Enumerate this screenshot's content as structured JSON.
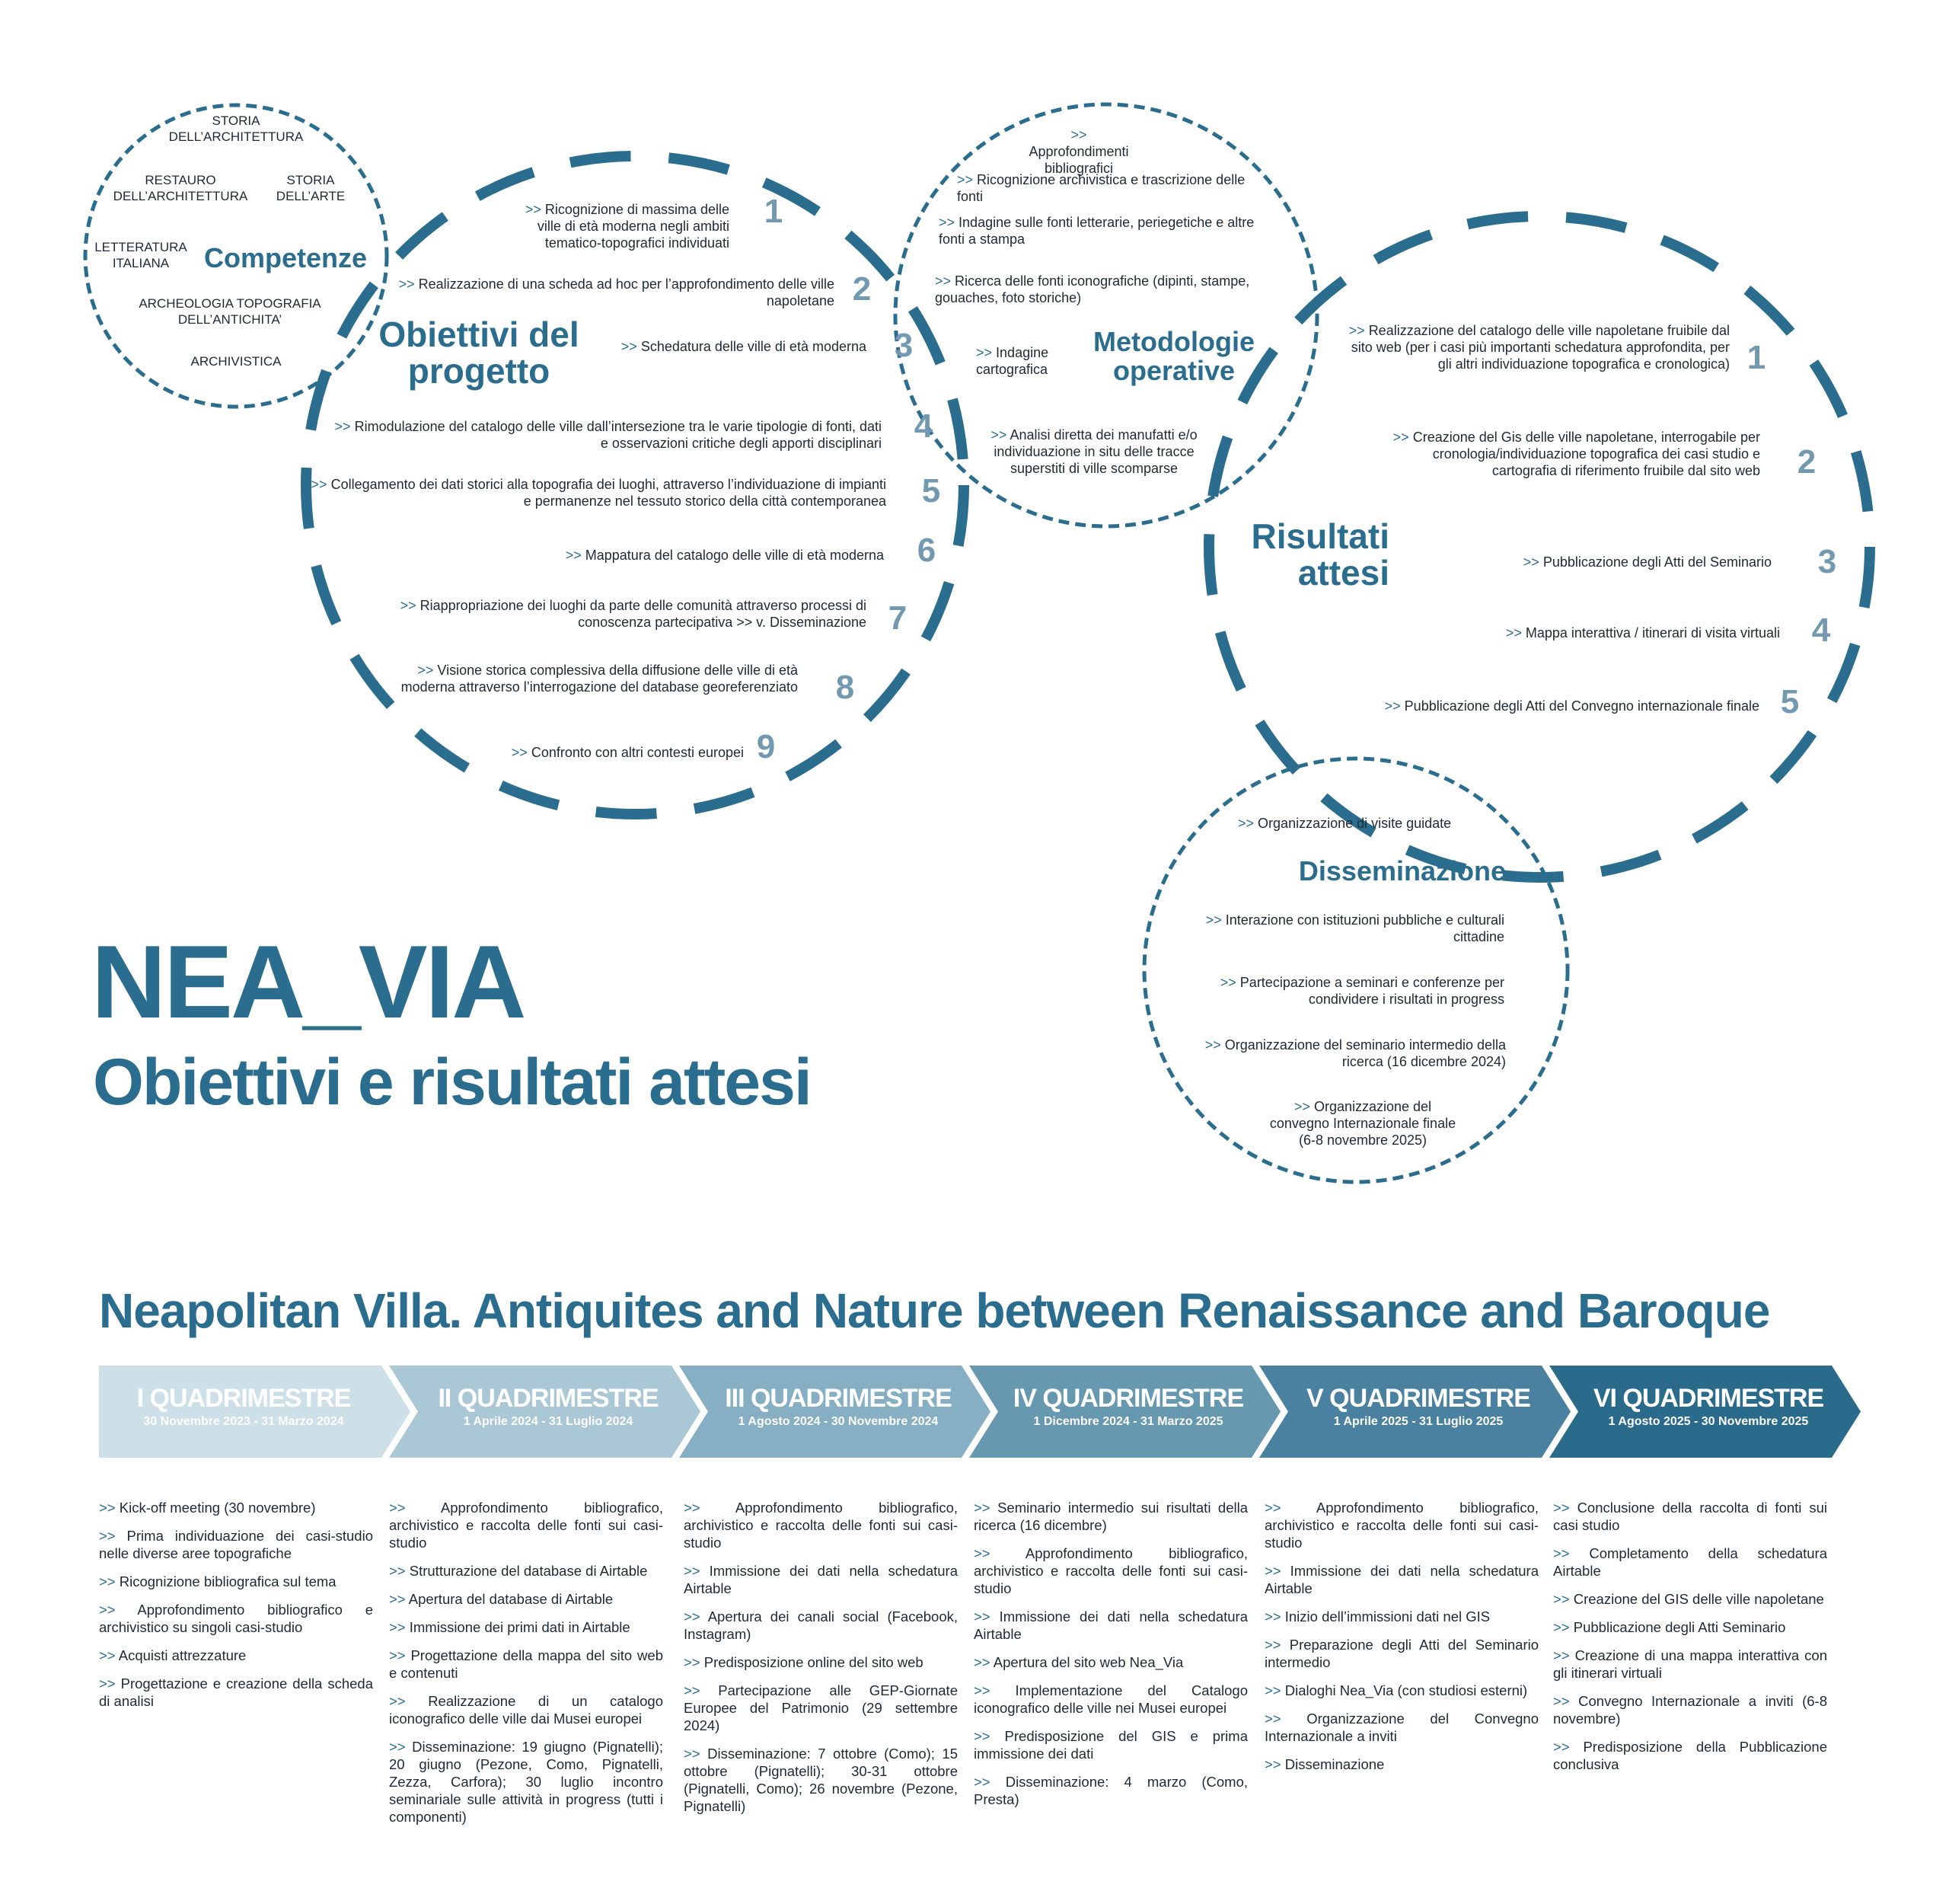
{
  "competenze": {
    "heading": "Competenze",
    "items": [
      "STORIA DELL’ARCHITETTURA",
      "RESTAURO DELL’ARCHITETTURA",
      "STORIA DELL’ARTE",
      "LETTERATURA ITALIANA",
      "ARCHEOLOGIA TOPOGRAFIA DELL’ANTICHITA’",
      "ARCHIVISTICA"
    ]
  },
  "obiettivi": {
    "heading_line1": "Obiettivi del",
    "heading_line2": "progetto",
    "items": [
      {
        "n": "1",
        "text": "Ricognizione di massima delle ville di età moderna negli ambiti tematico-topografici individuati"
      },
      {
        "n": "2",
        "text": "Realizzazione di una scheda ad hoc per l’approfondimento delle ville napoletane"
      },
      {
        "n": "3",
        "text": "Schedatura delle ville di età moderna"
      },
      {
        "n": "4",
        "text": "Rimodulazione del catalogo delle ville dall’intersezione tra le varie tipologie di fonti, dati e osservazioni critiche degli apporti disciplinari"
      },
      {
        "n": "5",
        "text": "Collegamento dei dati storici alla topografia dei luoghi, attraverso l’individuazione di impianti e permanenze nel tessuto storico della città contemporanea"
      },
      {
        "n": "6",
        "text": "Mappatura del catalogo delle ville di età moderna"
      },
      {
        "n": "7",
        "text": "Riappropriazione dei luoghi da parte delle comunità attraverso processi di conoscenza partecipativa >> v. Disseminazione"
      },
      {
        "n": "8",
        "text": "Visione storica complessiva della diffusione delle ville di età moderna attraverso l’interrogazione del database georeferenziato"
      },
      {
        "n": "9",
        "text": "Confronto con altri contesti europei"
      }
    ]
  },
  "metodologie": {
    "heading_line1": "Metodologie",
    "heading_line2": "operative",
    "items": [
      "Approfondimenti bibliografici",
      "Ricognizione archivistica e trascrizione delle fonti",
      "Indagine sulle fonti letterarie,  periegetiche e altre fonti a stampa",
      "Ricerca delle fonti iconografiche (dipinti, stampe, gouaches, foto storiche)",
      "Indagine cartografica",
      "Analisi diretta dei manufatti e/o individuazione in situ delle tracce superstiti di ville scomparse"
    ]
  },
  "risultati": {
    "heading_line1": "Risultati",
    "heading_line2": "attesi",
    "items": [
      {
        "n": "1",
        "text": "Realizzazione del catalogo delle ville napoletane fruibile dal sito web (per i casi più importanti schedatura approfondita, per gli altri individuazione topografica e cronologica)"
      },
      {
        "n": "2",
        "text": "Creazione del Gis delle ville napoletane, interrogabile per cronologia/individuazione topografica dei casi studio e cartografia di riferimento fruibile dal sito web"
      },
      {
        "n": "3",
        "text": "Pubblicazione degli Atti del Seminario"
      },
      {
        "n": "4",
        "text": "Mappa interattiva / itinerari di visita virtuali"
      },
      {
        "n": "5",
        "text": "Pubblicazione degli Atti del Convegno internazionale finale"
      }
    ]
  },
  "disseminazione": {
    "heading": "Disseminazione",
    "items": [
      "Organizzazione di visite guidate",
      "Interazione con istituzioni pubbliche e culturali cittadine",
      "Partecipazione a seminari e  conferenze per condividere i risultati in progress",
      "Organizzazione del seminario intermedio della ricerca (16 dicembre 2024)",
      "Organizzazione del convegno Internazionale finale (6-8 novembre 2025)"
    ]
  },
  "arrow_prefix": ">>",
  "title": {
    "main": "NEA_VIA",
    "sub": "Obiettivi e risultati attesi"
  },
  "timeline": {
    "title": "Neapolitan Villa. Antiquites and Nature between Renaissance and Baroque",
    "phases": [
      {
        "title": "I QUADRIMESTRE",
        "dates": "30 Novembre 2023 - 31 Marzo 2024",
        "color": "#cddfe7",
        "items": [
          "Kick-off meeting (30 novembre)",
          "Prima individuazione dei casi-studio nelle diverse aree topografiche",
          "Ricognizione bibliografica sul tema",
          "Approfondimento bibliografico e archivistico su singoli casi-studio",
          "Acquisti attrezzature",
          "Progettazione e creazione della scheda di analisi"
        ]
      },
      {
        "title": "II QUADRIMESTRE",
        "dates": "1 Aprile 2024 - 31 Luglio 2024",
        "color": "#a9c7d4",
        "items": [
          "Approfondimento bibliografico, archivistico e raccolta delle fonti sui casi-studio",
          "Strutturazione del database di Airtable",
          "Apertura del database di Airtable",
          "Immissione dei primi dati in Airtable",
          "Progettazione della mappa del sito web e contenuti",
          "Realizzazione di un catalogo iconografico delle ville dai Musei europei",
          "Disseminazione: 19 giugno (Pignatelli); 20 giugno (Pezone, Como, Pignatelli, Zezza, Carfora); 30 luglio incontro seminariale sulle attività in progress (tutti i componenti)"
        ]
      },
      {
        "title": "III QUADRIMESTRE",
        "dates": "1 Agosto 2024 - 30 Novembre 2024",
        "color": "#86afc3",
        "items": [
          "Approfondimento bibliografico, archivistico e raccolta delle fonti sui casi-studio",
          "Immissione dei dati nella schedatura Airtable",
          "Apertura dei canali social (Facebook, Instagram)",
          "Predisposizione online del sito web",
          "Partecipazione alle GEP-Giornate Europee del Patrimonio (29 settembre 2024)",
          "Disseminazione: 7 ottobre (Como); 15 ottobre (Pignatelli); 30-31 ottobre (Pignatelli,  Como); 26 novembre (Pezone, Pignatelli)"
        ]
      },
      {
        "title": "IV QUADRIMESTRE",
        "dates": "1 Dicembre 2024 - 31 Marzo 2025",
        "color": "#6698b0",
        "items": [
          "Seminario intermedio sui risultati della ricerca (16 dicembre)",
          "Approfondimento bibliografico, archivistico e raccolta delle fonti sui casi-studio",
          "Immissione dei dati nella schedatura Airtable",
          "Apertura del sito web Nea_Via",
          "Implementazione del Catalogo iconografico delle ville nei Musei europei",
          "Predisposizione del GIS e prima immissione dei dati",
          "Disseminazione: 4 marzo (Como, Presta)"
        ]
      },
      {
        "title": "V QUADRIMESTRE",
        "dates": "1 Aprile 2025 - 31 Luglio 2025",
        "color": "#4a81a0",
        "items": [
          "Approfondimento bibliografico, archivistico e raccolta delle fonti sui casi-studio",
          "Immissione dei dati nella schedatura Airtable",
          "Inizio dell’immissioni dati nel GIS",
          "Preparazione degli Atti del Seminario intermedio",
          "Dialoghi Nea_Via (con studiosi esterni)",
          "Organizzazione del Convegno Internazionale a inviti",
          "Disseminazione"
        ]
      },
      {
        "title": "VI QUADRIMESTRE",
        "dates": "1 Agosto 2025 - 30 Novembre 2025",
        "color": "#2a6a8b",
        "items": [
          "Conclusione della raccolta di fonti sui casi studio",
          "Completamento della schedatura Airtable",
          "Creazione del GIS delle ville napoletane",
          "Pubblicazione degli Atti Seminario",
          "Creazione di una mappa interattiva con gli itinerari virtuali",
          "Convegno Internazionale a inviti (6-8 novembre)",
          "Predisposizione della Pubblicazione conclusiva"
        ]
      }
    ]
  },
  "colors": {
    "accent": "#2b6d8e",
    "number": "#7399b0"
  }
}
